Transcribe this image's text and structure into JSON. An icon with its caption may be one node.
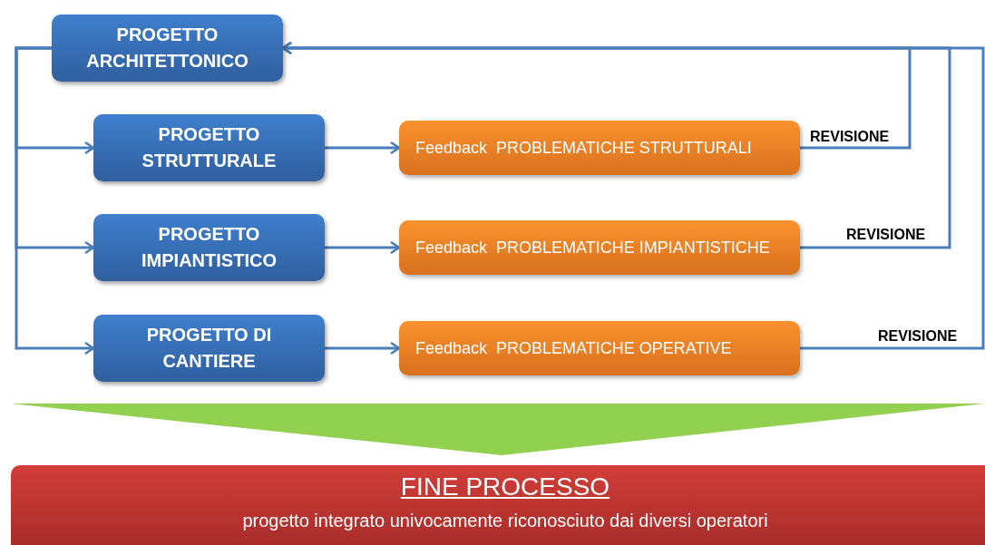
{
  "diagram": {
    "nodes": [
      {
        "text": [
          "PROGETTO ARCHITETTONICO"
        ]
      },
      {
        "text": [
          "PROGETTO STRUTTURALE"
        ]
      },
      {
        "text": [
          "PROGETTO IMPIANTISTICO"
        ]
      },
      {
        "text": [
          "PROGETTO DI CANTIERE"
        ]
      },
      {
        "text": [
          "Feedback  PROBLEMATICHE STRUTTURALI"
        ]
      },
      {
        "text": [
          "Feedback  PROBLEMATICHE IMPIANTISTICHE"
        ]
      },
      {
        "text": [
          "Feedback  PROBLEMATICHE OPERATIVE"
        ]
      },
      {
        "text": [
          "FINE PROCESSO",
          "progetto integrato univocamente riconosciuto dai diversi operatori"
        ]
      }
    ],
    "edges": [
      {
        "from": 0,
        "to": 1,
        "arrow": "to"
      },
      {
        "from": 0,
        "to": 2,
        "arrow": "to"
      },
      {
        "from": 0,
        "to": 3,
        "arrow": "to"
      },
      {
        "from": 1,
        "to": 4,
        "arrow": "to"
      },
      {
        "from": 2,
        "to": 5,
        "arrow": "to"
      },
      {
        "from": 3,
        "to": 6,
        "arrow": "to"
      },
      {
        "from": 4,
        "to": 0,
        "arrow": "to",
        "label": "REVISIONE"
      },
      {
        "from": 5,
        "to": 0,
        "arrow": "to",
        "label": "REVISIONE"
      },
      {
        "from": 6,
        "to": 0,
        "arrow": "to",
        "label": "REVISIONE"
      }
    ]
  }
}
